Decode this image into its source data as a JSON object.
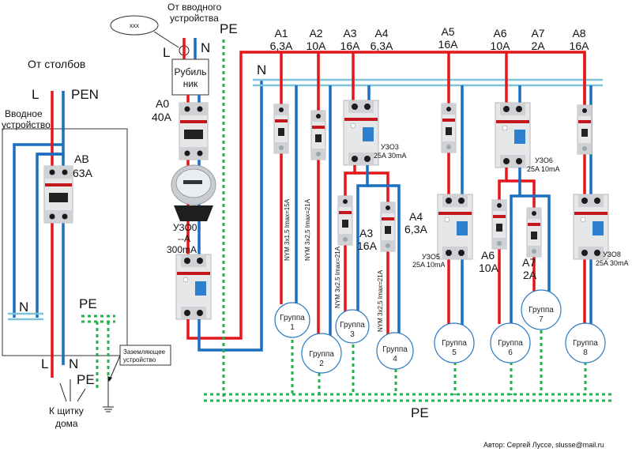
{
  "diagram": {
    "title_intro": "От столбов",
    "labels": {
      "from_poles": "От столбов",
      "input_device": [
        "Вводное",
        "устройство"
      ],
      "from_input_device": [
        "От вводного",
        "устройства"
      ],
      "L": "L",
      "N": "N",
      "PEN": "PEN",
      "PE": "PE",
      "switch": [
        "Рубиль",
        "ник"
      ],
      "seal_callout": "xxx",
      "to_house_panel": [
        "К щитку",
        "дома"
      ],
      "grounding_device": [
        "Заземляющее",
        "устройство"
      ],
      "author": "Автор: Сергей Луссе, slusse@mail.ru"
    },
    "input_breaker": {
      "name": "АВ",
      "rating": "63A"
    },
    "main_breaker": {
      "name": "A0",
      "rating": "40A"
    },
    "main_rcd": {
      "name": "УЗО0",
      "rating": "--A",
      "leak": "300mA"
    },
    "top_breakers": [
      {
        "name": "A1",
        "rating": "6,3A"
      },
      {
        "name": "A2",
        "rating": "10A"
      },
      {
        "name": "A3",
        "rating": "16A"
      },
      {
        "name": "A4",
        "rating": "6,3A"
      },
      {
        "name": "A5",
        "rating": "16A"
      },
      {
        "name": "A6",
        "rating": "10A"
      },
      {
        "name": "A7",
        "rating": "2A"
      },
      {
        "name": "A8",
        "rating": "16A"
      }
    ],
    "rcds": [
      {
        "name": "УЗО3",
        "spec": "25A 30mA"
      },
      {
        "name": "УЗО5",
        "spec": "25A 10mA"
      },
      {
        "name": "УЗО6",
        "spec": "25A 10mA"
      },
      {
        "name": "УЗО8",
        "spec": "25A 30mA"
      }
    ],
    "sub_breakers": [
      {
        "name": "A3",
        "rating": "16A"
      },
      {
        "name": "A4",
        "rating": "6,3A"
      },
      {
        "name": "A6",
        "rating": "10A"
      },
      {
        "name": "A7",
        "rating": "2A"
      }
    ],
    "cables": [
      "NYM 3x1,5 Imax=15A",
      "NYM 3x2,5 Imax=21A",
      "NYM 3x2,5 Imax=21A",
      "NYM 3x2,5 Imax=21A"
    ],
    "groups": [
      {
        "word": "Группа",
        "num": "1"
      },
      {
        "word": "Группа",
        "num": "2"
      },
      {
        "word": "Группа",
        "num": "3"
      },
      {
        "word": "Группа",
        "num": "4"
      },
      {
        "word": "Группа",
        "num": "5"
      },
      {
        "word": "Группа",
        "num": "6"
      },
      {
        "word": "Группа",
        "num": "7"
      },
      {
        "word": "Группа",
        "num": "8"
      }
    ],
    "colors": {
      "phase": "#e3161c",
      "neutral": "#1a6fc1",
      "pe": "#22b24c",
      "neutral_bus": "#7fc3d9"
    }
  }
}
